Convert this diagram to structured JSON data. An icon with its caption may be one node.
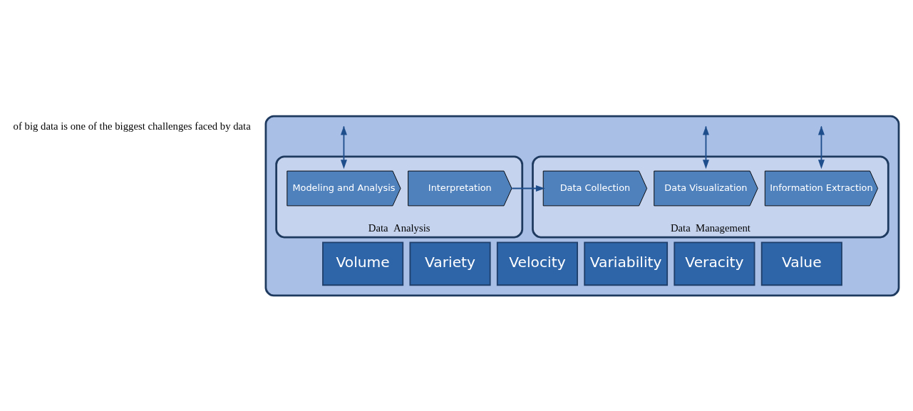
{
  "diagram": {
    "nodes": [
      {
        "text": [],
        "shape": "box"
      },
      {
        "text": [
          "Data  Management"
        ],
        "in": 0
      },
      {
        "text": [
          "Data  Analysis"
        ],
        "in": 0
      },
      {
        "text": [
          "Data Collection"
        ],
        "in": 1
      },
      {
        "text": [
          "Information Extraction"
        ],
        "in": 1
      },
      {
        "text": [
          "Data Visualization"
        ],
        "in": 1
      },
      {
        "text": [
          "Modeling and Analysis"
        ],
        "in": 2
      },
      {
        "text": [
          "Interpretation"
        ],
        "in": 2
      },
      {
        "text": [
          "Volume"
        ],
        "in": 0
      },
      {
        "text": [
          "Variety"
        ],
        "in": 0
      },
      {
        "text": [
          "Velocity"
        ],
        "in": 0
      },
      {
        "text": [
          "Variability"
        ],
        "in": 0
      },
      {
        "text": [
          "Veracity"
        ],
        "in": 0
      },
      {
        "text": [
          "Value"
        ],
        "in": 0
      }
    ],
    "edges": [
      {
        "from": 7,
        "to": 3,
        "arrow": "to"
      },
      {
        "from": null,
        "to": 4,
        "arrow": "both"
      },
      {
        "from": null,
        "to": 5,
        "arrow": "both"
      },
      {
        "from": null,
        "to": 6,
        "arrow": "both"
      }
    ],
    "labels": [
      "of big data is one of the biggest challenges faced by data"
    ]
  }
}
